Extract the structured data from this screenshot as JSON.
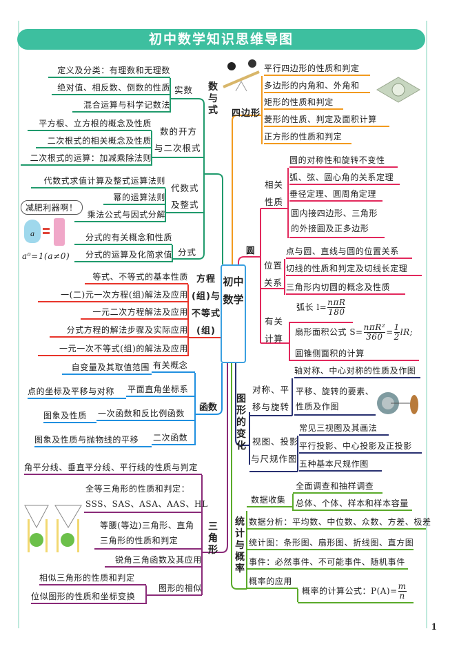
{
  "title": "初中数学知识思维导图",
  "center": "初中数学",
  "page_number": "1",
  "decor": {
    "bubble": "减肥利器啊！",
    "formula": "a⁰=1(a≠0)",
    "badge_a": "a"
  },
  "shuyushi": {
    "label": "数与式",
    "groups": [
      {
        "label": [
          "实数"
        ],
        "items": [
          "定义及分类：有理数和无理数",
          "绝对值、相反数、倒数的性质",
          "混合运算与科学记数法"
        ]
      },
      {
        "label": [
          "数的开方",
          "与二次根式"
        ],
        "items": [
          "平方根、立方根的概念及性质",
          "二次根式的相关概念及性质",
          "二次根式的运算：加减乘除法则"
        ]
      },
      {
        "label": [
          "代数式",
          "及整式"
        ],
        "items": [
          "代数式求值计算及整式运算法则",
          "幂的运算法则",
          "乘法公式与因式分解"
        ]
      },
      {
        "label": [
          "分式"
        ],
        "items": [
          "分式的有关概念和性质",
          "分式的运算及化简求值"
        ]
      }
    ]
  },
  "fangcheng": {
    "label": [
      "方程",
      "(组)与",
      "不等式",
      "(组)"
    ],
    "items": [
      "等式、不等式的基本性质",
      "一(二)元一次方程(组)解法及应用",
      "一元二次方程解法及应用",
      "分式方程的解法步骤及实际应用",
      "一元一次不等式(组)的解法及应用"
    ]
  },
  "hanshu": {
    "label": "函数",
    "groups": [
      {
        "label": "有关概念",
        "item": "自变量及其取值范围"
      },
      {
        "label": "平面直角坐标系",
        "item": "点的坐标及平移与对称"
      },
      {
        "label": "一次函数和反比例函数",
        "item": "图象及性质"
      },
      {
        "label": "二次函数",
        "item": "图象及性质与抛物线的平移"
      }
    ]
  },
  "sanjiaoxing": {
    "label": "三角形",
    "items": [
      "角平分线、垂直平分线、平行线的性质与判定",
      [
        "全等三角形的性质和判定：",
        "SSS、SAS、ASA、AAS、HL"
      ],
      [
        "等腰(等边)三角形、直角",
        "三角形的性质和判定"
      ],
      "锐角三角函数及其应用"
    ],
    "similar": {
      "label": "图形的相似",
      "items": [
        "相似三角形的性质和判定",
        "位似图形的性质和坐标变换"
      ]
    }
  },
  "sibianxing": {
    "label": "四边形",
    "items": [
      "平行四边形的性质和判定",
      "多边形的内角和、外角和",
      "矩形的性质和判定",
      "菱形的性质、判定及面积计算",
      "正方形的性质和判定"
    ]
  },
  "yuan": {
    "label": "圆",
    "groups": [
      {
        "label": [
          "相关",
          "性质"
        ],
        "items": [
          "圆的对称性和旋转不变性",
          "弧、弦、圆心角的关系定理",
          "垂径定理、圆周角定理",
          [
            "圆内接四边形、三角形",
            "的外接圆及正多边形"
          ]
        ]
      },
      {
        "label": [
          "位置",
          "关系"
        ],
        "items": [
          "点与圆、直线与圆的位置关系",
          "切线的性质和判定及切线长定理",
          "三角形内切圆的概念及性质"
        ]
      },
      {
        "label": [
          "有关",
          "计算"
        ],
        "arc": {
          "prefix": "弧长 l=",
          "num": "nπR",
          "den": "180"
        },
        "sector": {
          "prefix": "扇形面积公式 S=",
          "num1": "nπR²",
          "den1": "360",
          "eq": "=",
          "num2": "1",
          "den2": "2",
          "suffix": "lR;"
        },
        "items": [
          "圆锥侧面积的计算"
        ]
      }
    ]
  },
  "bianhua": {
    "label": "图形的变化",
    "groups": [
      {
        "label": [
          "对称、平",
          "移与旋转"
        ],
        "items": [
          "轴对称、中心对称的性质及作图",
          [
            "平移、旋转的要素、",
            "性质及作图"
          ]
        ]
      },
      {
        "label": [
          "视图、投影",
          "与尺规作图"
        ],
        "items": [
          "常见三视图及其画法",
          "平行投影、中心投影及正投影",
          "五种基本尺规作图"
        ]
      }
    ]
  },
  "tongji": {
    "label": "统计与概率",
    "collect": {
      "label": "数据收集",
      "items": [
        "全面调查和抽样调查",
        "总体、个体、样本和样本容量"
      ]
    },
    "items": [
      "数据分析：平均数、中位数、众数、方差、极差",
      "统计图：条形图、扇形图、折线图、直方图",
      "事件：必然事件、不可能事件、随机事件"
    ],
    "prob": {
      "label": "概率的应用",
      "prefix": "概率的计算公式：P(A)=",
      "num": "m",
      "den": "n"
    }
  },
  "colors": {
    "shuyushi": "#1f9a6c",
    "fangcheng": "#e8342a",
    "hanshu": "#2090e0",
    "sanjiaoxing": "#8a2a78",
    "sibianxing": "#f29a1e",
    "yuan": "#e2285c",
    "bianhua": "#283070",
    "tongji": "#5aaa2a",
    "title_bg": "#3dbf9f"
  }
}
